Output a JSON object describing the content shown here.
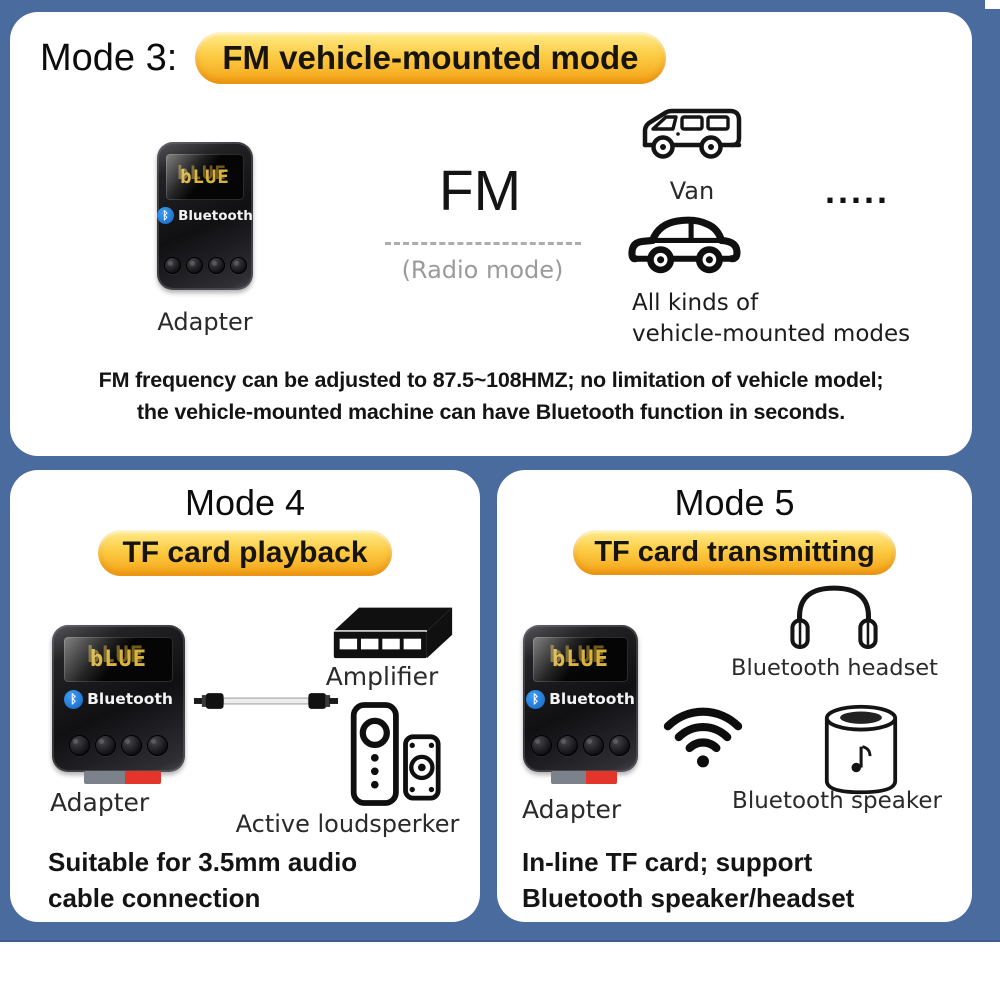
{
  "canvas": {
    "frame_color": "#4a6b9e",
    "panel_color": "#ffffff",
    "badge_gradient_top": "#ffec8d",
    "badge_gradient_bottom": "#f4a317"
  },
  "device": {
    "display_text": "bLUE",
    "brand": "Bluetooth",
    "bt_glyph": "ᛒ"
  },
  "mode3": {
    "label": "Mode 3:",
    "badge": "FM vehicle-mounted mode",
    "fm_title": "FM",
    "fm_subtitle": "(Radio mode)",
    "adapter_label": "Adapter",
    "van_label": "Van",
    "dots": ".....",
    "all_kinds_line1": "All kinds of",
    "all_kinds_line2": "vehicle-mounted modes",
    "desc_line1": "FM frequency can be adjusted to 87.5~108HMZ; no limitation of vehicle model;",
    "desc_line2": "the vehicle-mounted machine can have Bluetooth function in seconds.",
    "icons": {
      "van": "van-icon",
      "car": "car-icon"
    }
  },
  "mode4": {
    "title": "Mode 4",
    "badge": "TF card playback",
    "adapter_label": "Adapter",
    "amplifier_label": "Amplifier",
    "loudspeaker_label": "Active loudsperker",
    "desc_line1": "Suitable for 3.5mm audio",
    "desc_line2": "cable connection",
    "icons": {
      "amplifier": "amplifier-icon",
      "cable": "aux-cable-icon",
      "speakers": "active-loudspeaker-icon"
    }
  },
  "mode5": {
    "title": "Mode 5",
    "badge": "TF card transmitting",
    "adapter_label": "Adapter",
    "headset_label": "Bluetooth headset",
    "speaker_label": "Bluetooth speaker",
    "desc_line1": "In-line TF card; support",
    "desc_line2": "Bluetooth speaker/headset",
    "icons": {
      "wifi": "wifi-signal-icon",
      "headset": "headphones-icon",
      "speaker": "bluetooth-speaker-icon"
    }
  }
}
